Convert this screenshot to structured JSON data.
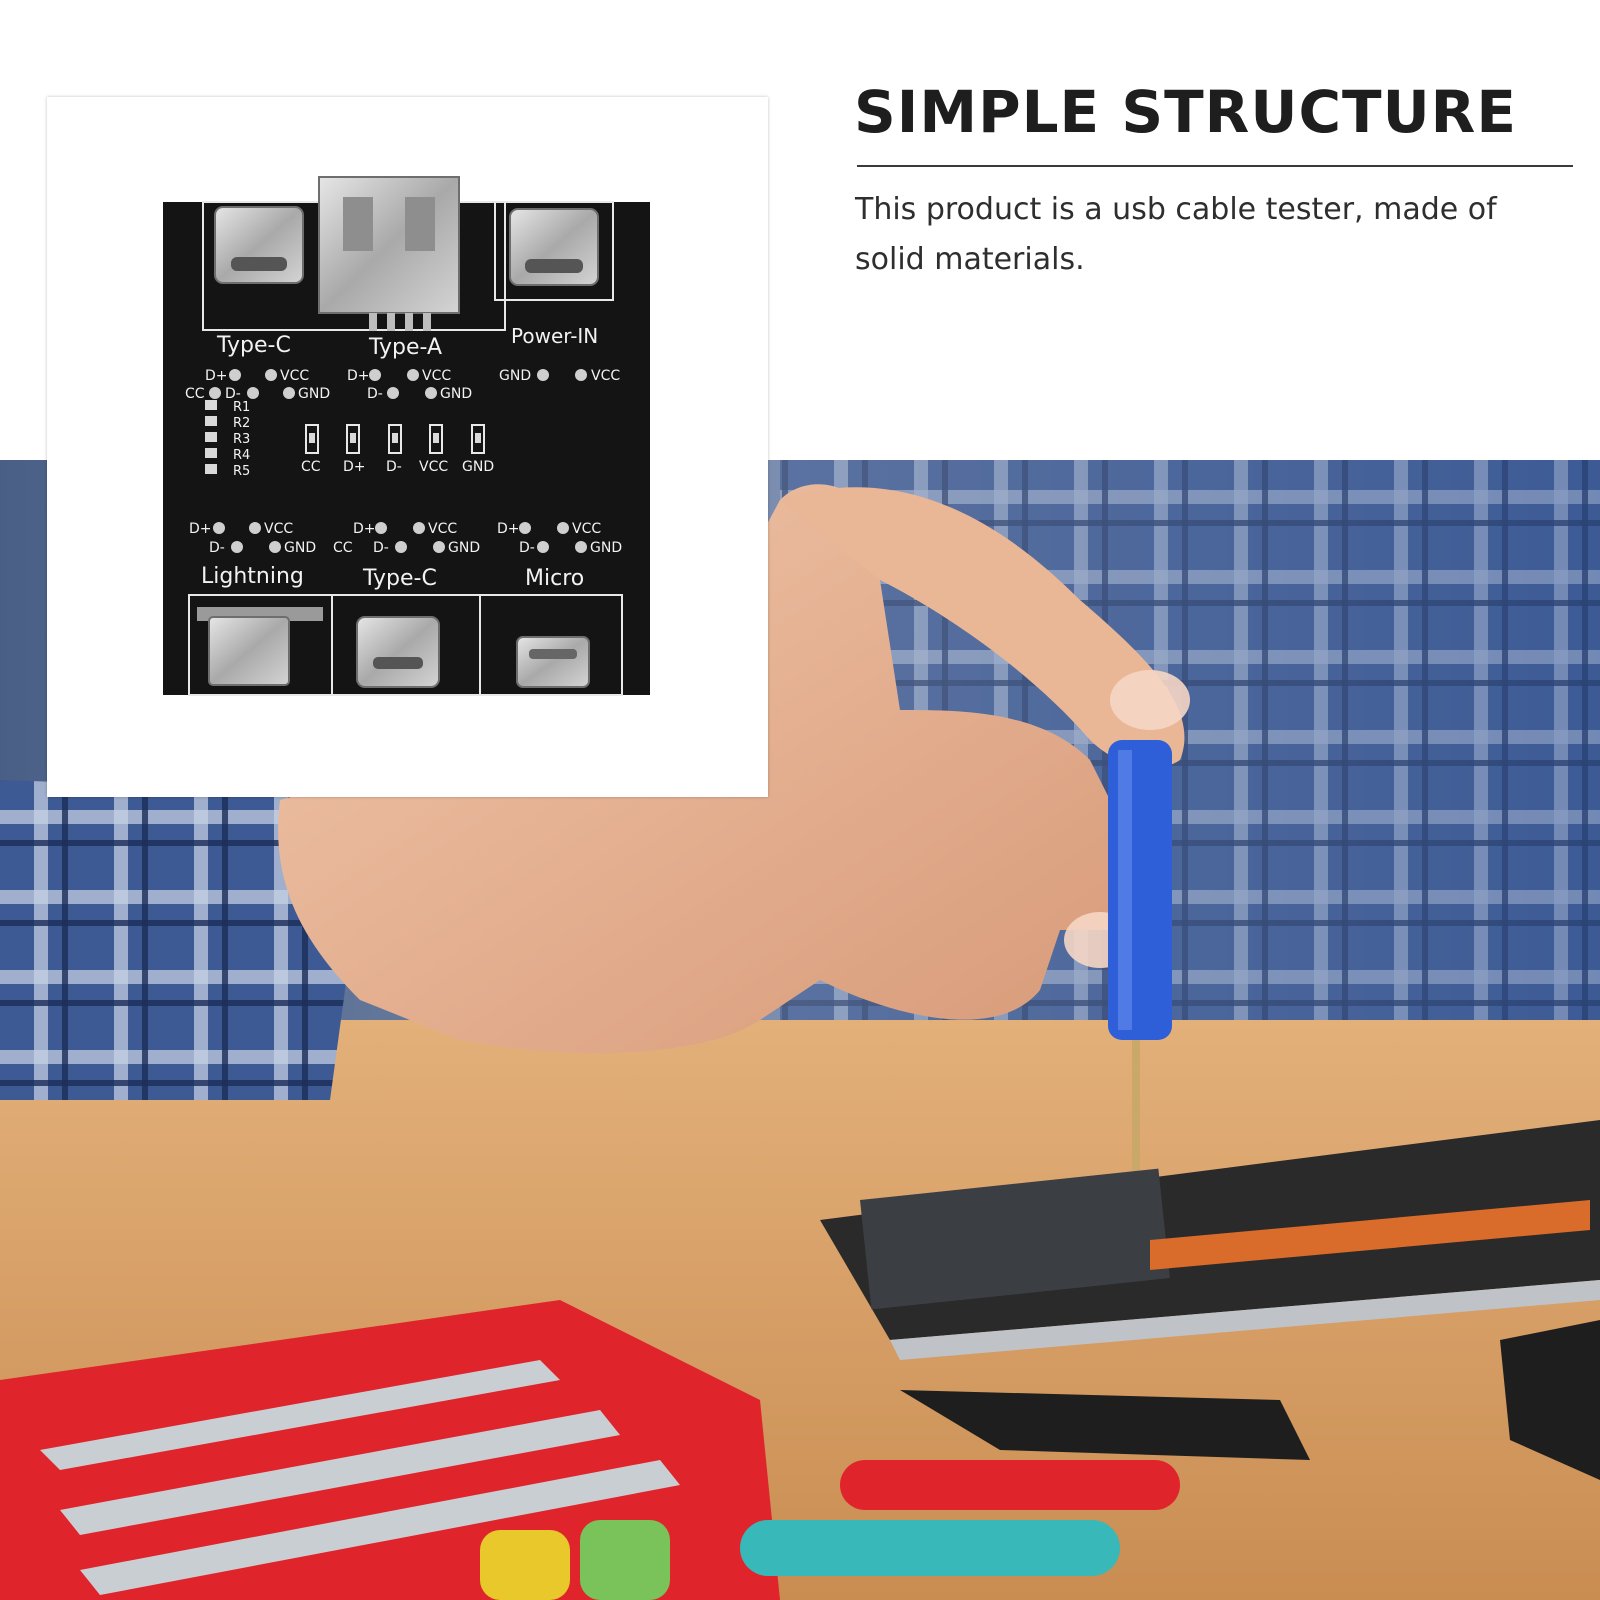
{
  "heading": {
    "title": "SIMPLE STRUCTURE",
    "description": "This product is a usb cable tester, made of solid materials."
  },
  "board": {
    "top_ports": {
      "type_c": "Type-C",
      "type_a": "Type-A",
      "power_in": "Power-IN"
    },
    "top_pins": {
      "typec_d_plus": "D+",
      "typec_vcc": "VCC",
      "typec_cc": "CC",
      "typec_d_minus": "D-",
      "typec_gnd": "GND",
      "typea_d_plus": "D+",
      "typea_vcc": "VCC",
      "typea_d_minus": "D-",
      "typea_gnd": "GND",
      "power_gnd": "GND",
      "power_vcc": "VCC"
    },
    "resistors": [
      "R1",
      "R2",
      "R3",
      "R4",
      "R5"
    ],
    "leds": [
      "CC",
      "D+",
      "D-",
      "VCC",
      "GND"
    ],
    "bottom_pins": {
      "lightning_d_plus": "D+",
      "lightning_vcc": "VCC",
      "lightning_d_minus": "D-",
      "lightning_gnd": "GND",
      "typec_d_plus": "D+",
      "typec_vcc": "VCC",
      "typec_cc": "CC",
      "typec_d_minus": "D-",
      "typec_gnd": "GND",
      "micro_d_plus": "D+",
      "micro_vcc": "VCC",
      "micro_d_minus": "D-",
      "micro_gnd": "GND"
    },
    "bottom_ports": {
      "lightning": "Lightning",
      "type_c": "Type-C",
      "micro": "Micro"
    }
  },
  "colors": {
    "pcb": "#141414",
    "silkscreen": "#f2f2f2",
    "screwdriver": "#2f5fd8",
    "tray": "#e0242b",
    "desk": "#d8a26a"
  }
}
